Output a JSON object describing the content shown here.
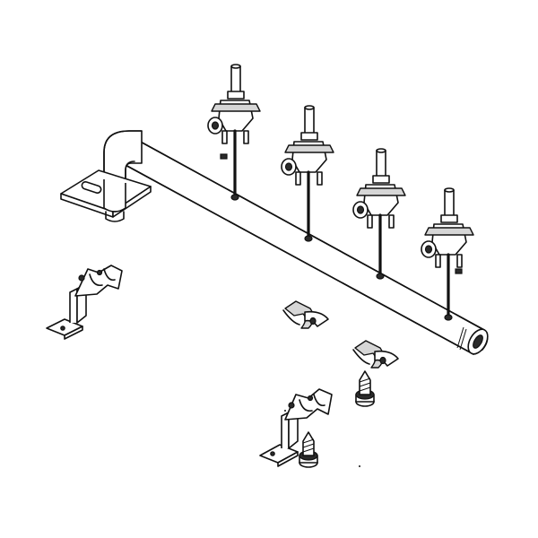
{
  "figure": {
    "labels": []
  },
  "parts": {
    "manifold_pipe": "gas-manifold-pipe",
    "valves": [
      "burner-valve",
      "burner-valve",
      "burner-valve",
      "burner-valve"
    ],
    "brackets": [
      "manifold-bracket",
      "manifold-bracket"
    ],
    "clips": [
      "pipe-clip",
      "pipe-clip"
    ],
    "screws": [
      "mounting-screw",
      "mounting-screw"
    ]
  },
  "colors": {
    "line": "#111111",
    "background": "#ffffff",
    "shade": "#d6d6d6"
  }
}
